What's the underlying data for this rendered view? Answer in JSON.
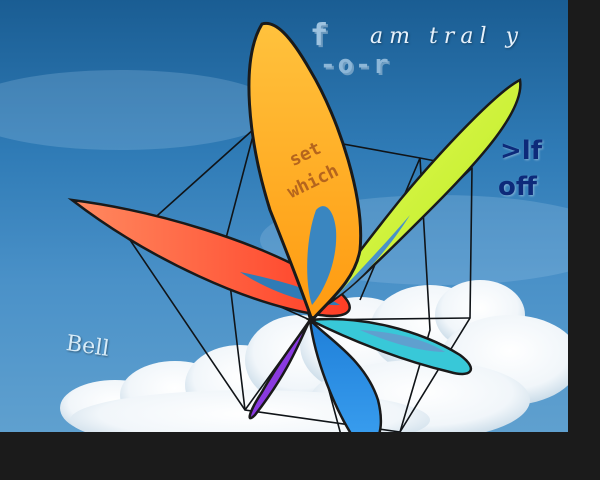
{
  "image": {
    "description_free": true
  },
  "texts": {
    "bell": "Bell",
    "am_truly": "am  tral y",
    "f": "f",
    "or": "-o-r",
    "lf": ">lf",
    "off": "off",
    "set": "set",
    "which": "which"
  },
  "colors": {
    "sky_top": "#1a5d93",
    "sky_bottom": "#5fa0cf",
    "cloud": "#ffffff",
    "kite_orange": "#ffb020",
    "kite_red": "#ff5a3a",
    "kite_lime": "#d8f23a",
    "kite_cyan": "#38c8d8",
    "kite_blue": "#2f8fe0",
    "kite_purple": "#8a3ae0",
    "outline": "#1a1a1a",
    "background": "#1b1b1b"
  }
}
